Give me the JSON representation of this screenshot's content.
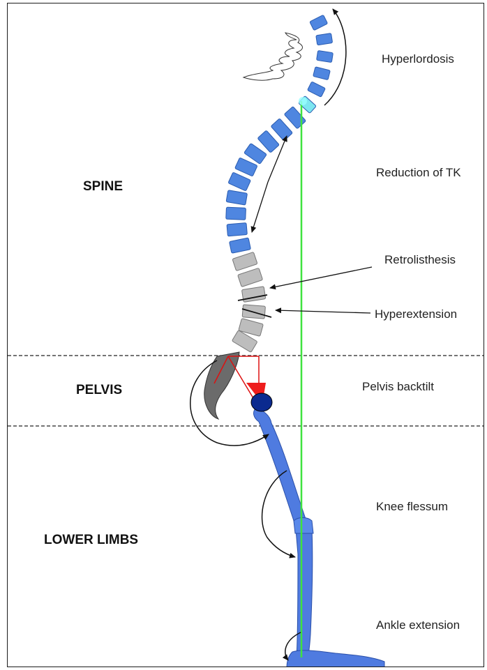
{
  "regions": {
    "spine": "SPINE",
    "pelvis": "PELVIS",
    "lower_limbs": "LOWER LIMBS"
  },
  "labels": {
    "hyperlordosis": "Hyperlordosis",
    "reduction_tk": "Reduction of TK",
    "retrolisthesis": "Retrolisthesis",
    "hyperextension": "Hyperextension",
    "pelvis_backtilt": "Pelvis backtilt",
    "knee_flessum": "Knee flessum",
    "ankle_extension": "Ankle extension"
  },
  "colors": {
    "vertebra_blue": "#4f86e0",
    "vertebra_blue_dark": "#2a5cb0",
    "vertebra_grey": "#bdbdbd",
    "plumb_line": "#3fe23f",
    "pelvis_dark": "#6b6b6b",
    "pelvis_tilt_red": "#ee1c1c",
    "femoral_head": "#0b2a8f",
    "limb_blue": "#4f7be0"
  }
}
